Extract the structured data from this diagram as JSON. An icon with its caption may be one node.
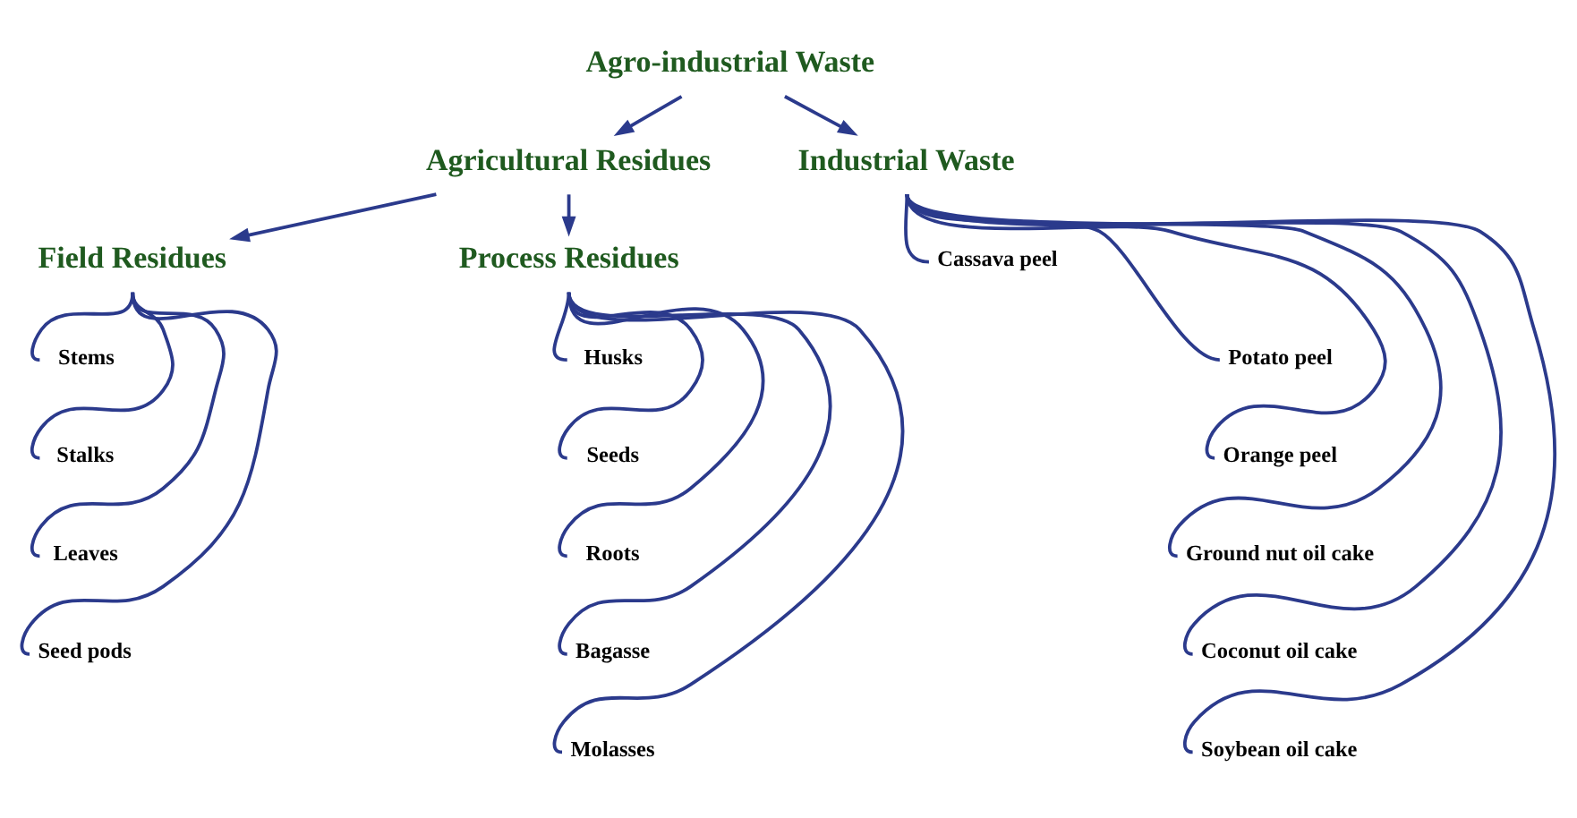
{
  "diagram": {
    "nodes": [
      {
        "text": [
          "Agro-industrial Waste"
        ]
      },
      {
        "text": [
          "Agricultural Residues"
        ]
      },
      {
        "text": [
          "Industrial Waste"
        ]
      },
      {
        "text": [
          "Field Residues"
        ]
      },
      {
        "text": [
          "Process Residues"
        ]
      },
      {
        "text": [
          "Stems"
        ]
      },
      {
        "text": [
          "Stalks"
        ]
      },
      {
        "text": [
          "Leaves"
        ]
      },
      {
        "text": [
          "Seed pods"
        ]
      },
      {
        "text": [
          "Husks"
        ]
      },
      {
        "text": [
          "Seeds"
        ]
      },
      {
        "text": [
          "Roots"
        ]
      },
      {
        "text": [
          "Bagasse"
        ]
      },
      {
        "text": [
          "Molasses"
        ]
      },
      {
        "text": [
          "Cassava peel"
        ]
      },
      {
        "text": [
          "Potato peel"
        ]
      },
      {
        "text": [
          "Orange peel"
        ]
      },
      {
        "text": [
          "Ground nut oil cake"
        ]
      },
      {
        "text": [
          "Coconut oil cake"
        ]
      },
      {
        "text": [
          "Soybean oil cake"
        ]
      }
    ],
    "edges": [
      {
        "from": 0,
        "to": 1,
        "arrow": "to"
      },
      {
        "from": 0,
        "to": 2,
        "arrow": "to"
      },
      {
        "from": 1,
        "to": 3,
        "arrow": "to"
      },
      {
        "from": 1,
        "to": 4,
        "arrow": "to"
      },
      {
        "from": 3,
        "to": 5,
        "arrow": "none"
      },
      {
        "from": 3,
        "to": 6,
        "arrow": "none"
      },
      {
        "from": 3,
        "to": 7,
        "arrow": "none"
      },
      {
        "from": 3,
        "to": 8,
        "arrow": "none"
      },
      {
        "from": 4,
        "to": 9,
        "arrow": "none"
      },
      {
        "from": 4,
        "to": 10,
        "arrow": "none"
      },
      {
        "from": 4,
        "to": 11,
        "arrow": "none"
      },
      {
        "from": 4,
        "to": 12,
        "arrow": "none"
      },
      {
        "from": 4,
        "to": 13,
        "arrow": "none"
      },
      {
        "from": 2,
        "to": 14,
        "arrow": "none"
      },
      {
        "from": 2,
        "to": 15,
        "arrow": "none"
      },
      {
        "from": 2,
        "to": 16,
        "arrow": "none"
      },
      {
        "from": 2,
        "to": 17,
        "arrow": "none"
      },
      {
        "from": 2,
        "to": 18,
        "arrow": "none"
      },
      {
        "from": 2,
        "to": 19,
        "arrow": "none"
      }
    ]
  }
}
